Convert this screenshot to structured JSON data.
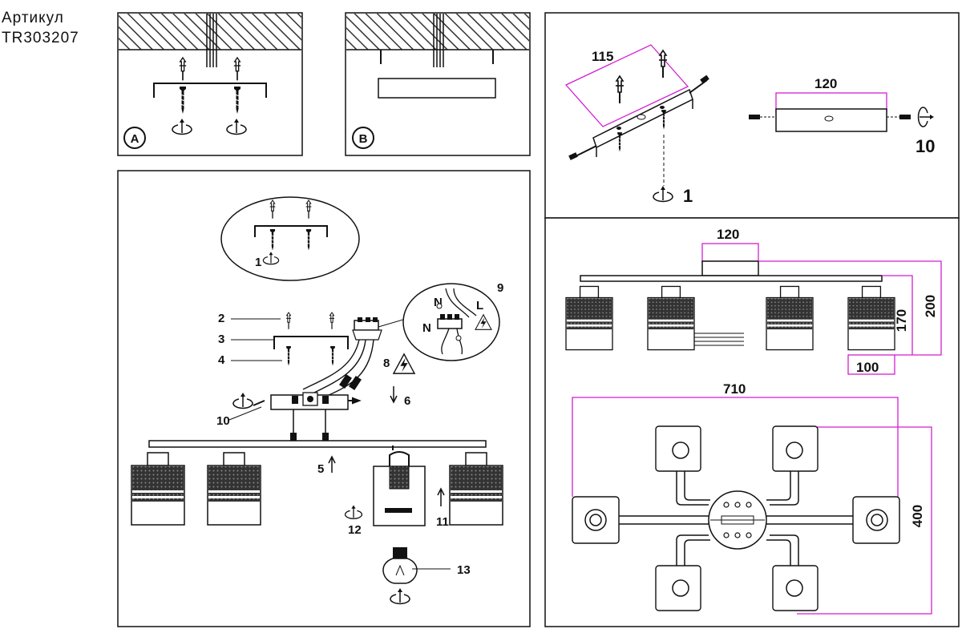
{
  "article": {
    "label": "Артикул",
    "code": "TR303207"
  },
  "panel_a": {
    "badge": "A"
  },
  "panel_b": {
    "badge": "B"
  },
  "assembly": {
    "steps": [
      "1",
      "2",
      "3",
      "4",
      "5",
      "6",
      "8",
      "9",
      "10",
      "11",
      "12",
      "13"
    ],
    "wiring": {
      "neutral": "N",
      "line": "L"
    }
  },
  "bracket": {
    "width_dim": "115",
    "box_dim": "120",
    "step_rotate": "1",
    "step_screw": "10"
  },
  "dimensions": {
    "box_width": "120",
    "height_1": "170",
    "height_2": "200",
    "shade_width": "100",
    "length": "710",
    "width": "400"
  },
  "colors": {
    "ink": "#111111",
    "dimension": "#d21fd2",
    "hatch": "#333333"
  },
  "icons": [
    "screw-icon",
    "anchor-icon",
    "rotate-arrow-icon",
    "hazard-icon",
    "bulb-icon",
    "wire-icon",
    "terminal-block-icon",
    "shade-icon"
  ]
}
